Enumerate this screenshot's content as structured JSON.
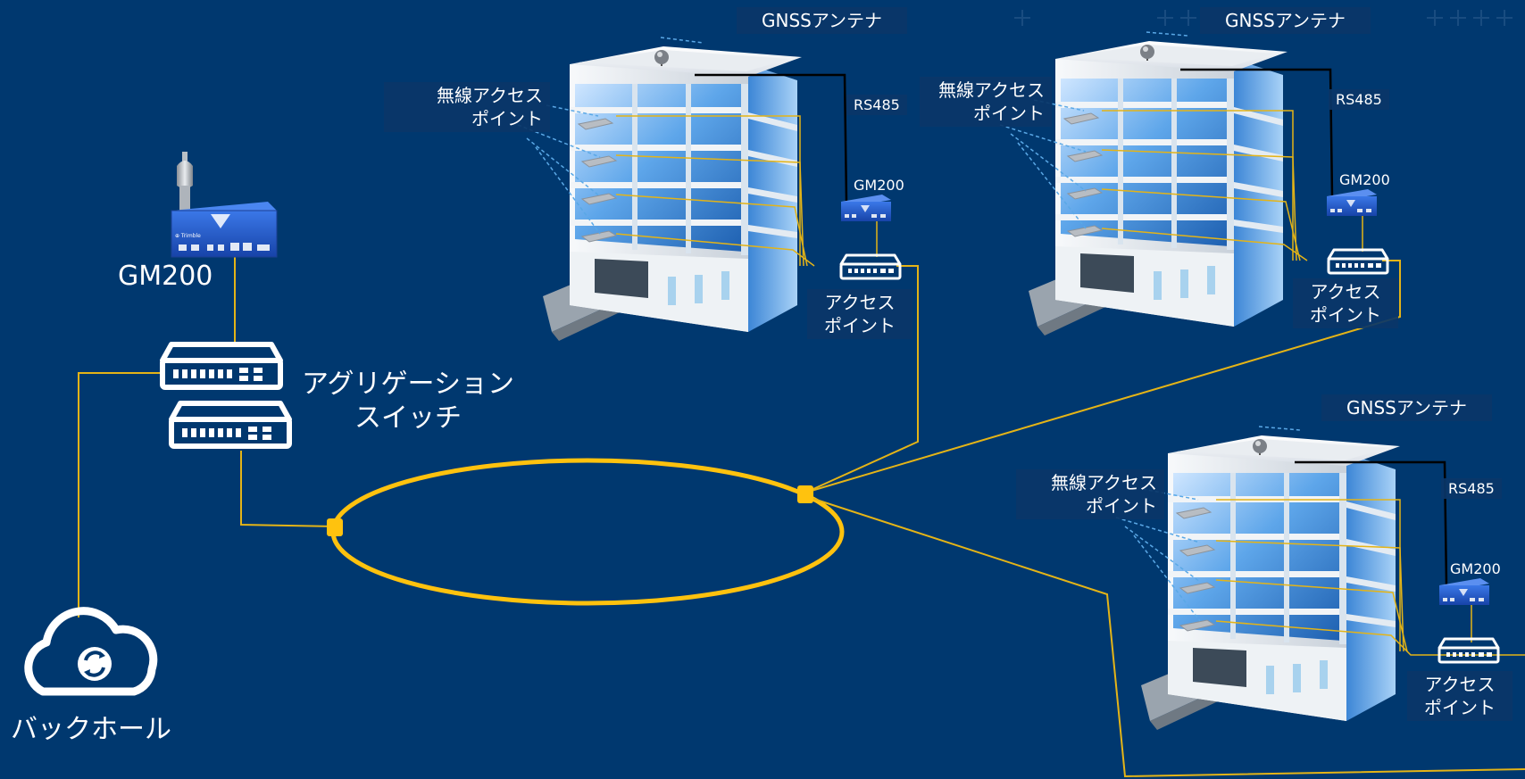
{
  "colors": {
    "background": "#00386f",
    "ring": "#ffc20e",
    "link": "#e4b417",
    "label_text": "#ffffff",
    "device_blue": "#1f57c4",
    "glass": "#4f9ee2",
    "concrete": "#e6ebf0"
  },
  "left_cluster": {
    "gm200_label": "GM200",
    "switch_label": "アグリゲーション\nスイッチ",
    "backhaul_label": "バックホール",
    "icons": [
      "gnss-antenna-icon",
      "gm200-device-icon",
      "network-switch-icon",
      "cloud-sync-icon"
    ]
  },
  "buildings": [
    {
      "gnss_label": "GNSSアンテナ",
      "rs485_label": "RS485",
      "gm200_label": "GM200",
      "wap_label": "無線アクセス\nポイント",
      "access_point_label": "アクセス\nポイント"
    },
    {
      "gnss_label": "GNSSアンテナ",
      "rs485_label": "RS485",
      "gm200_label": "GM200",
      "wap_label": "無線アクセス\nポイント",
      "access_point_label": "アクセス\nポイント"
    },
    {
      "gnss_label": "GNSSアンテナ",
      "rs485_label": "RS485",
      "gm200_label": "GM200",
      "wap_label": "無線アクセス\nポイント",
      "access_point_label": "アクセス\nポイント"
    }
  ]
}
